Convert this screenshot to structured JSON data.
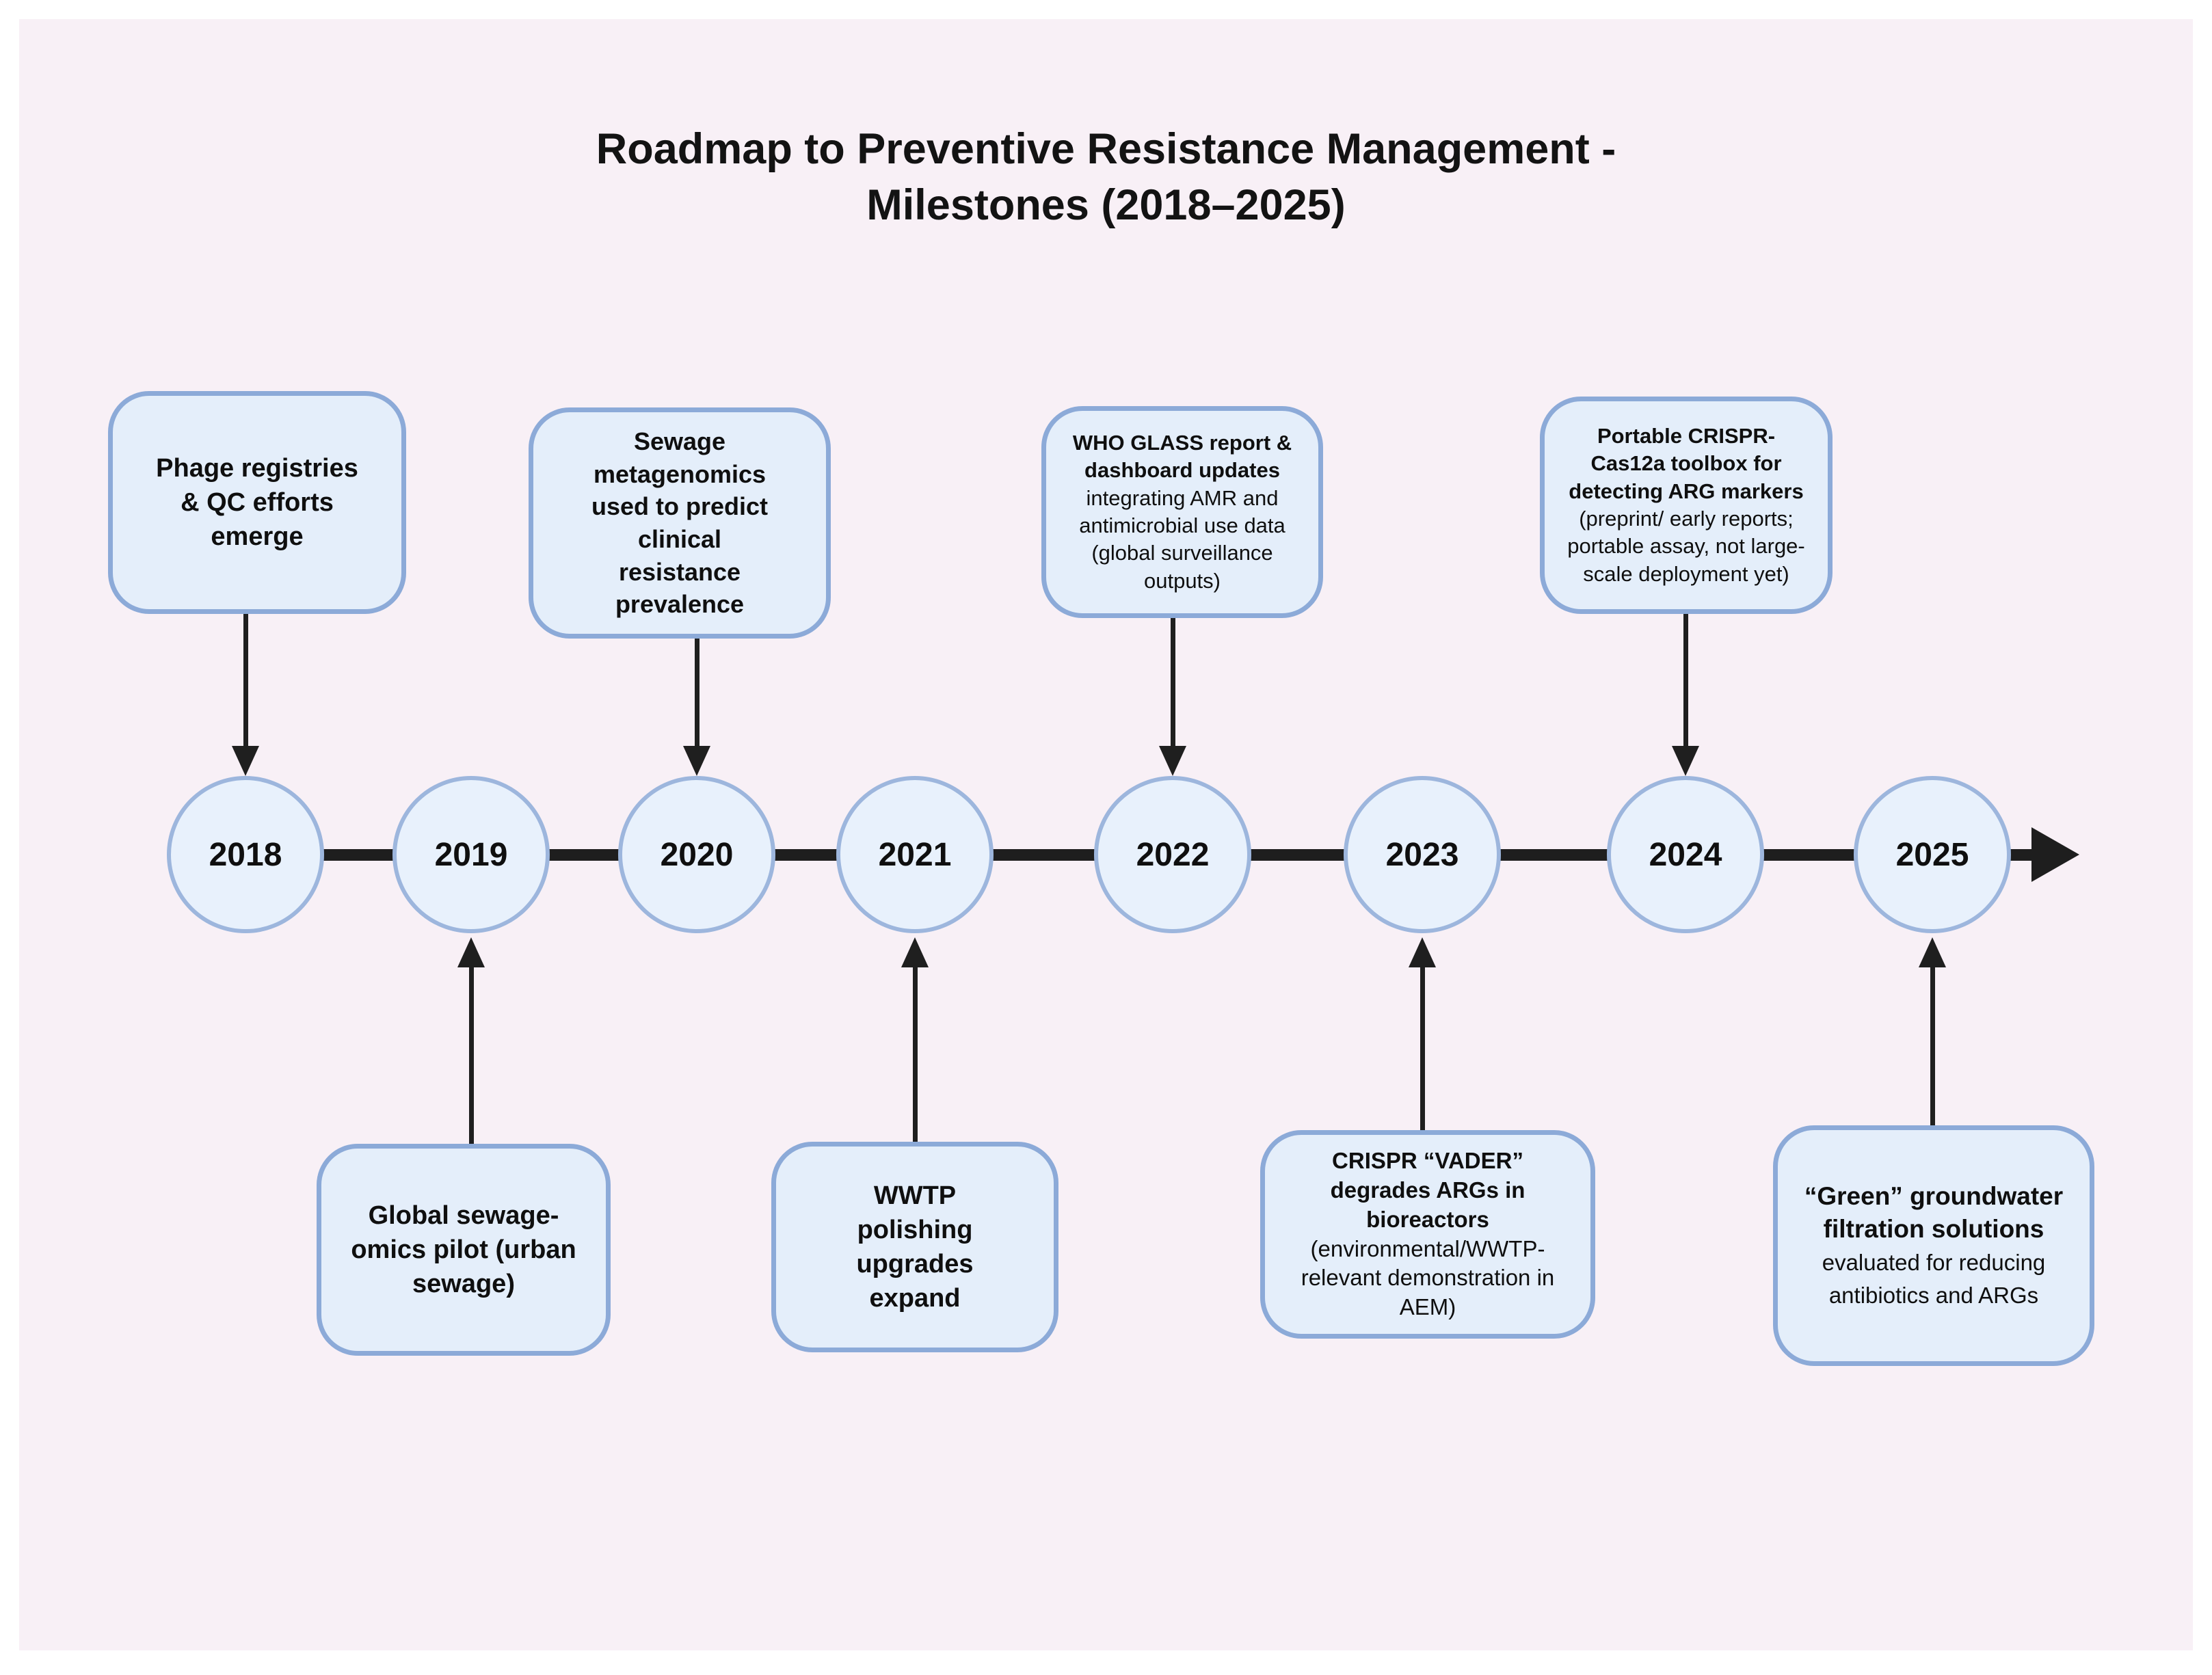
{
  "title": {
    "line1": "Roadmap to Preventive Resistance Management -",
    "line2": "Milestones (2018–2025)"
  },
  "colors": {
    "page_background": "#ffffff",
    "canvas_background": "#f8f0f6",
    "box_fill": "#e4eefa",
    "box_border": "#8caad8",
    "circle_fill": "#e8f1fc",
    "circle_border": "#9db6dd",
    "axis_black": "#1e1e1e",
    "text": "#0f0f0f"
  },
  "timeline": {
    "years": [
      "2018",
      "2019",
      "2020",
      "2021",
      "2022",
      "2023",
      "2024",
      "2025"
    ]
  },
  "milestones": [
    {
      "year": "2018",
      "position": "top",
      "bold": "Phage registries & QC efforts emerge",
      "regular": ""
    },
    {
      "year": "2019",
      "position": "bottom",
      "bold": "Global sewage-omics pilot (urban sewage)",
      "regular": ""
    },
    {
      "year": "2020",
      "position": "top",
      "bold": "Sewage metagenomics used to predict clinical resistance prevalence",
      "regular": ""
    },
    {
      "year": "2021",
      "position": "bottom",
      "bold": "WWTP polishing upgrades expand",
      "regular": ""
    },
    {
      "year": "2022",
      "position": "top",
      "bold": "WHO GLASS report & dashboard updates",
      "regular": "integrating AMR and antimicrobial use data (global surveillance outputs)"
    },
    {
      "year": "2023",
      "position": "bottom",
      "bold": "CRISPR “VADER” degrades ARGs in bioreactors",
      "regular": "(environmental/WWTP-relevant demonstration in AEM)"
    },
    {
      "year": "2024",
      "position": "top",
      "bold": "Portable CRISPR-Cas12a toolbox for detecting ARG markers",
      "regular": "(preprint/ early reports; portable assay, not large-scale deployment yet)"
    },
    {
      "year": "2025",
      "position": "bottom",
      "bold": "“Green” groundwater filtration solutions",
      "regular": "evaluated for reducing antibiotics and ARGs"
    }
  ]
}
